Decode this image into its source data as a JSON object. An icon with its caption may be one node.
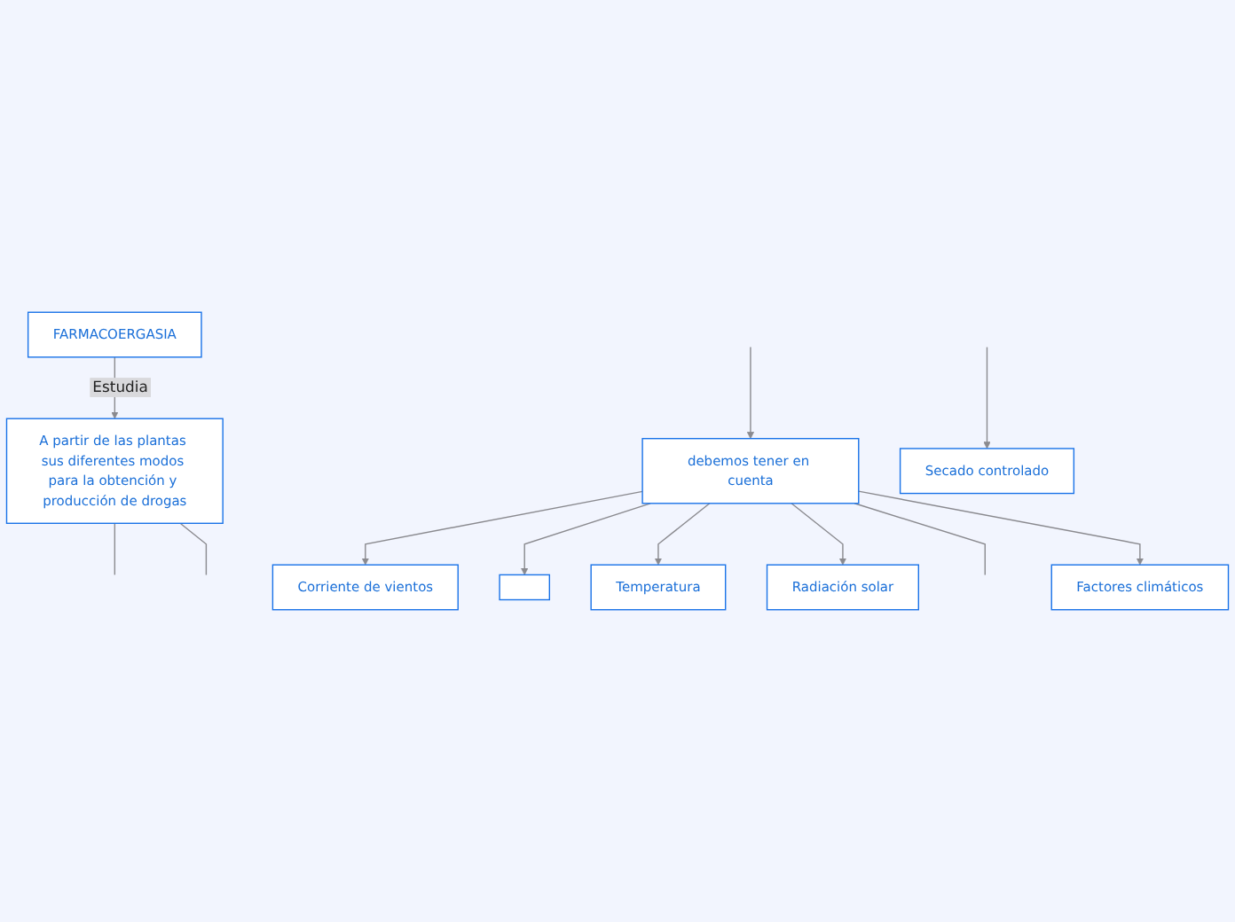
{
  "diagram": {
    "nodes": [
      {
        "text": [
          "FARMACOERGASIA"
        ]
      },
      {
        "text": [
          "A partir de las plantas sus diferentes modos para la obtención y producción de drogas"
        ]
      },
      {
        "text": [
          "debemos tener en cuenta"
        ]
      },
      {
        "text": [
          "Corriente de vientos"
        ]
      },
      {
        "text": [],
        "shape": "box"
      },
      {
        "text": [
          "Temperatura"
        ]
      },
      {
        "text": [
          "Radiación solar"
        ]
      },
      {
        "text": [
          "Factores climáticos"
        ]
      },
      {
        "text": [
          "Secado controlado"
        ]
      }
    ],
    "edges": [
      {
        "from": 0,
        "to": 1,
        "label": "Estudia",
        "arrow": "to"
      },
      {
        "from": 1,
        "to": null,
        "arrow": "none"
      },
      {
        "from": 1,
        "to": null,
        "arrow": "none"
      },
      {
        "from": null,
        "to": 2,
        "arrow": "to"
      },
      {
        "from": 2,
        "to": 3,
        "arrow": "to"
      },
      {
        "from": 2,
        "to": 4,
        "arrow": "to"
      },
      {
        "from": 2,
        "to": 5,
        "arrow": "to"
      },
      {
        "from": 2,
        "to": 6,
        "arrow": "to"
      },
      {
        "from": 2,
        "to": null,
        "arrow": "none"
      },
      {
        "from": 2,
        "to": 7,
        "arrow": "to"
      },
      {
        "from": null,
        "to": 8,
        "arrow": "to"
      }
    ]
  }
}
